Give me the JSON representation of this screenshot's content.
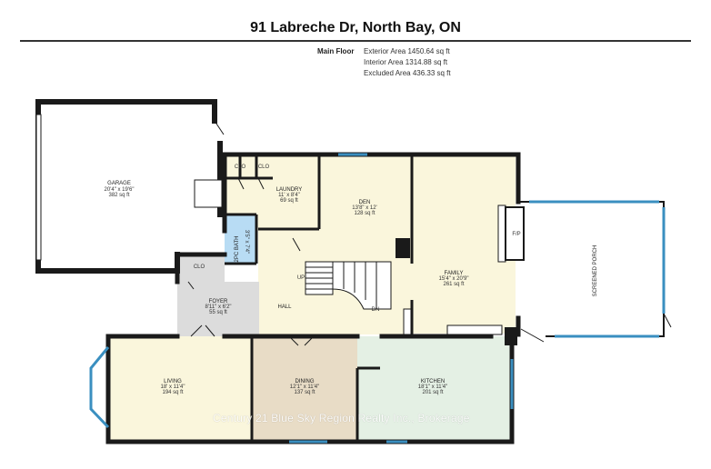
{
  "header": {
    "address": "91 Labreche Dr, North Bay, ON",
    "floor_name": "Main Floor",
    "areas": [
      "Exterior Area 1450.64 sq ft",
      "Interior Area 1314.88 sq ft",
      "Excluded Area 436.33 sq ft"
    ]
  },
  "rooms": {
    "garage": {
      "name": "GARAGE",
      "dims": "20'4\" x 19'6\"",
      "area": "382 sq ft"
    },
    "laundry": {
      "name": "LAUNDRY",
      "dims": "11' x 8'4\"",
      "area": "69 sq ft"
    },
    "den": {
      "name": "DEN",
      "dims": "13'8\" x 12'",
      "area": "128 sq ft"
    },
    "family": {
      "name": "FAMILY",
      "dims": "15'4\" x 20'9\"",
      "area": "261 sq ft"
    },
    "bath": {
      "name": "2PC BATH",
      "dims": "3'5\" x 7'4\""
    },
    "foyer": {
      "name": "FOYER",
      "dims": "8'11\" x 6'2\"",
      "area": "55 sq ft"
    },
    "hall": {
      "name": "HALL"
    },
    "living": {
      "name": "LIVING",
      "dims": "18' x 11'4\"",
      "area": "194 sq ft"
    },
    "dining": {
      "name": "DINING",
      "dims": "12'1\" x 11'4\"",
      "area": "137 sq ft"
    },
    "kitchen": {
      "name": "KITCHEN",
      "dims": "18'1\" x 11'4\"",
      "area": "201 sq ft"
    },
    "screened_porch": {
      "name": "SCREENED PORCH"
    }
  },
  "labels": {
    "clo1": "CLO",
    "clo2": "CLO",
    "clo3": "CLO",
    "up": "UP",
    "dn": "DN",
    "fireplace": "F/P"
  },
  "watermark": "Century 21 Blue Sky Region Realty Inc., Brokerage",
  "colors": {
    "wall": "#1a1a1a",
    "window": "#3a8fc0",
    "cream": "#faf6dc",
    "tan": "#e8dcc6",
    "gray": "#dcdcdc",
    "mint": "#e4f0e4",
    "bath_blue": "#b8dcf4"
  }
}
